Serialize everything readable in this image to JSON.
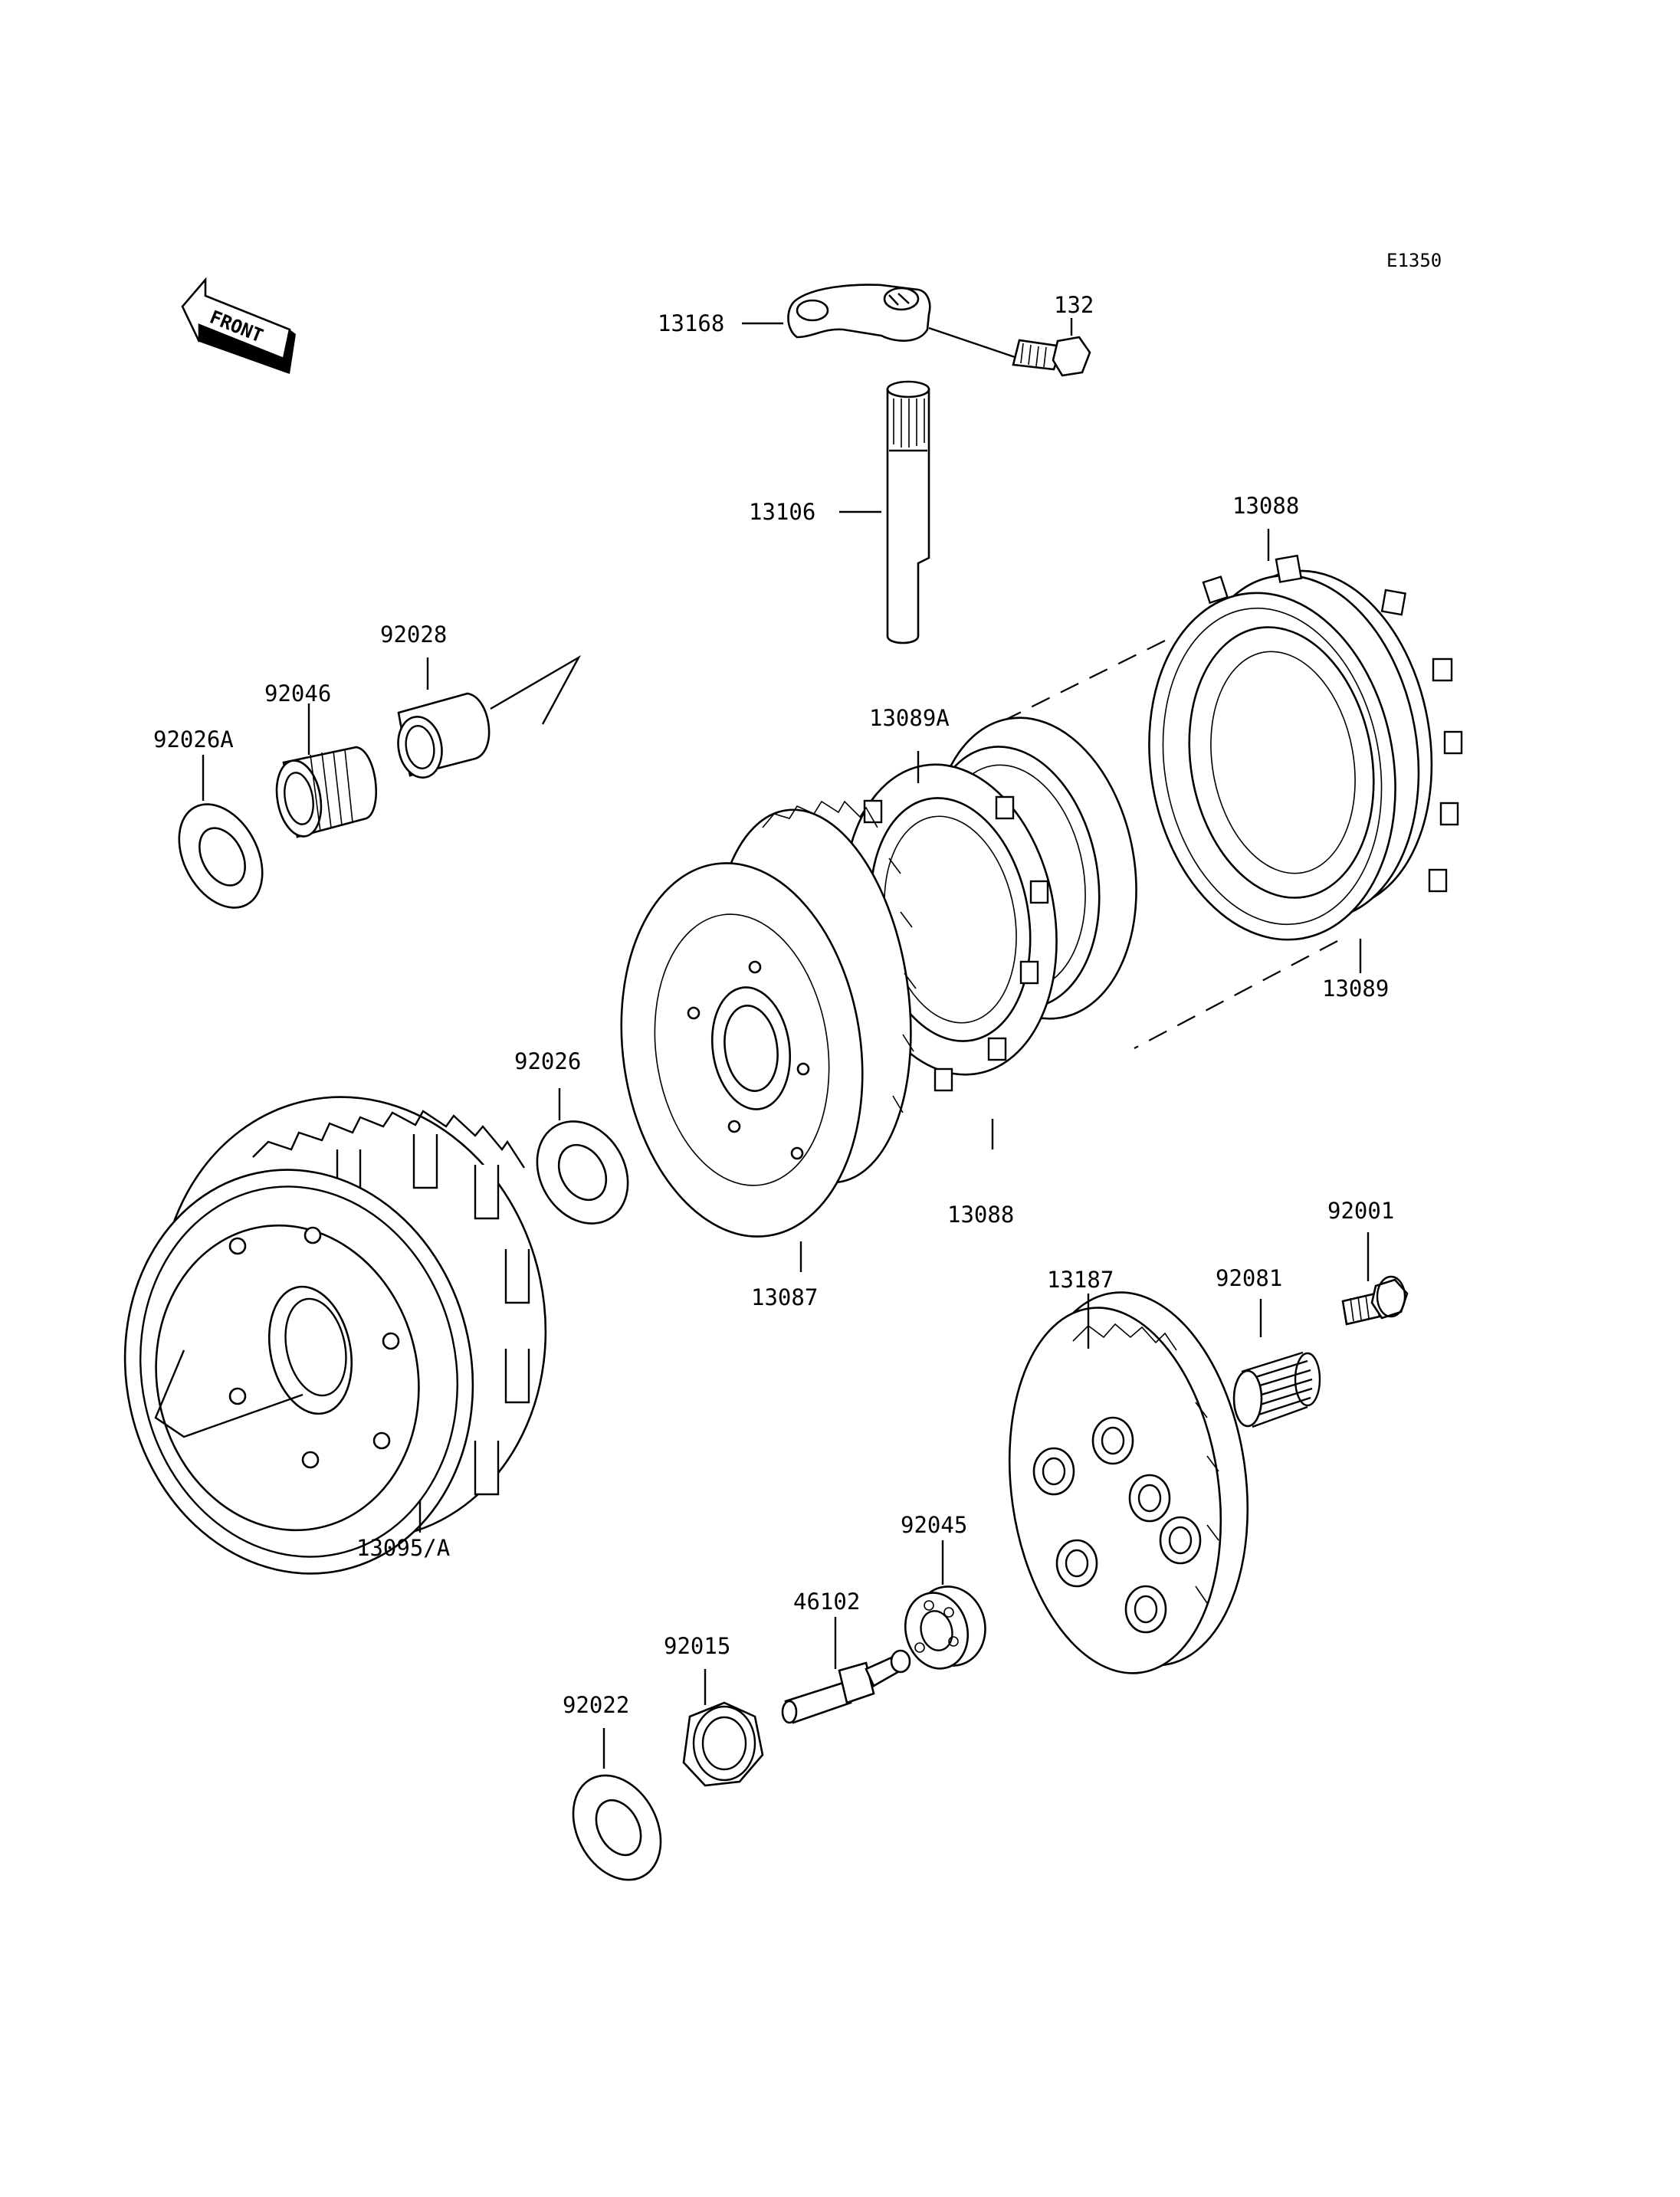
{
  "diagram_code": "E1350",
  "front_label": "FRONT",
  "callouts": {
    "p13168": "13168",
    "p132": "132",
    "p13106": "13106",
    "p13088_top": "13088",
    "p92028": "92028",
    "p92046": "92046",
    "p92026A": "92026A",
    "p13089A": "13089A",
    "p13089": "13089",
    "p92026": "92026",
    "p13088_bottom": "13088",
    "p13087": "13087",
    "p92001": "92001",
    "p13187": "13187",
    "p92081": "92081",
    "p13095A": "13095/A",
    "p92045": "92045",
    "p46102": "46102",
    "p92015": "92015",
    "p92022": "92022"
  }
}
